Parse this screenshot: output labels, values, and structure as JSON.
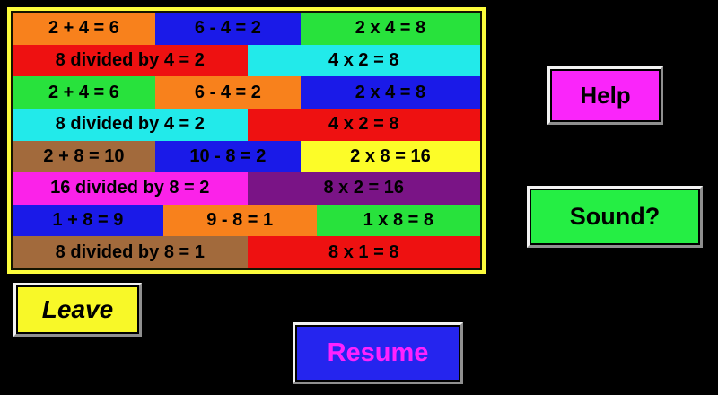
{
  "background_color": "#000000",
  "panel": {
    "border_color": "#FCFC3C",
    "rows": [
      {
        "cells": [
          {
            "text": "2 + 4 = 6",
            "bg": "#F8811C"
          },
          {
            "text": "6 - 4 = 2",
            "bg": "#1A1AE8"
          },
          {
            "text": "2 x 4 = 8",
            "bg": "#28E23C"
          }
        ]
      },
      {
        "cells": [
          {
            "text": "8 divided by 4 = 2",
            "bg": "#EE1111"
          },
          {
            "text": "4 x 2 = 8",
            "bg": "#22EAEA"
          }
        ]
      },
      {
        "cells": [
          {
            "text": "2 + 4 = 6",
            "bg": "#28E23C"
          },
          {
            "text": "6 - 4 = 2",
            "bg": "#F8811C"
          },
          {
            "text": "2 x 4 = 8",
            "bg": "#1A1AE8"
          }
        ]
      },
      {
        "cells": [
          {
            "text": "8 divided by 4 = 2",
            "bg": "#22EAEA"
          },
          {
            "text": "4 x 2 = 8",
            "bg": "#EE1111"
          }
        ]
      },
      {
        "cells": [
          {
            "text": "2 + 8 = 10",
            "bg": "#A26A3C"
          },
          {
            "text": "10 - 8 = 2",
            "bg": "#1A1AE8"
          },
          {
            "text": "2 x 8 = 16",
            "bg": "#FCFC28"
          }
        ]
      },
      {
        "cells": [
          {
            "text": "16 divided by 8 = 2",
            "bg": "#FB22E9"
          },
          {
            "text": "8 x 2 = 16",
            "bg": "#7A1486"
          }
        ]
      },
      {
        "cells": [
          {
            "text": "1 + 8 = 9",
            "bg": "#1A1AE8"
          },
          {
            "text": "9 - 8 = 1",
            "bg": "#F8811C"
          },
          {
            "text": "1 x 8 = 8",
            "bg": "#28E23C"
          }
        ]
      },
      {
        "cells": [
          {
            "text": "8 divided by 8 = 1",
            "bg": "#A26A3C"
          },
          {
            "text": "8 x 1 = 8",
            "bg": "#EE1111"
          }
        ]
      }
    ]
  },
  "buttons": {
    "help": {
      "label": "Help",
      "bg": "#FA25FA",
      "text_color": "#000000"
    },
    "sound": {
      "label": "Sound?",
      "bg": "#25EE44",
      "text_color": "#000000"
    },
    "leave": {
      "label": "Leave",
      "bg": "#F8F828",
      "text_color": "#000000"
    },
    "resume": {
      "label": "Resume",
      "bg": "#2525EE",
      "text_color": "#FF22FF"
    }
  }
}
